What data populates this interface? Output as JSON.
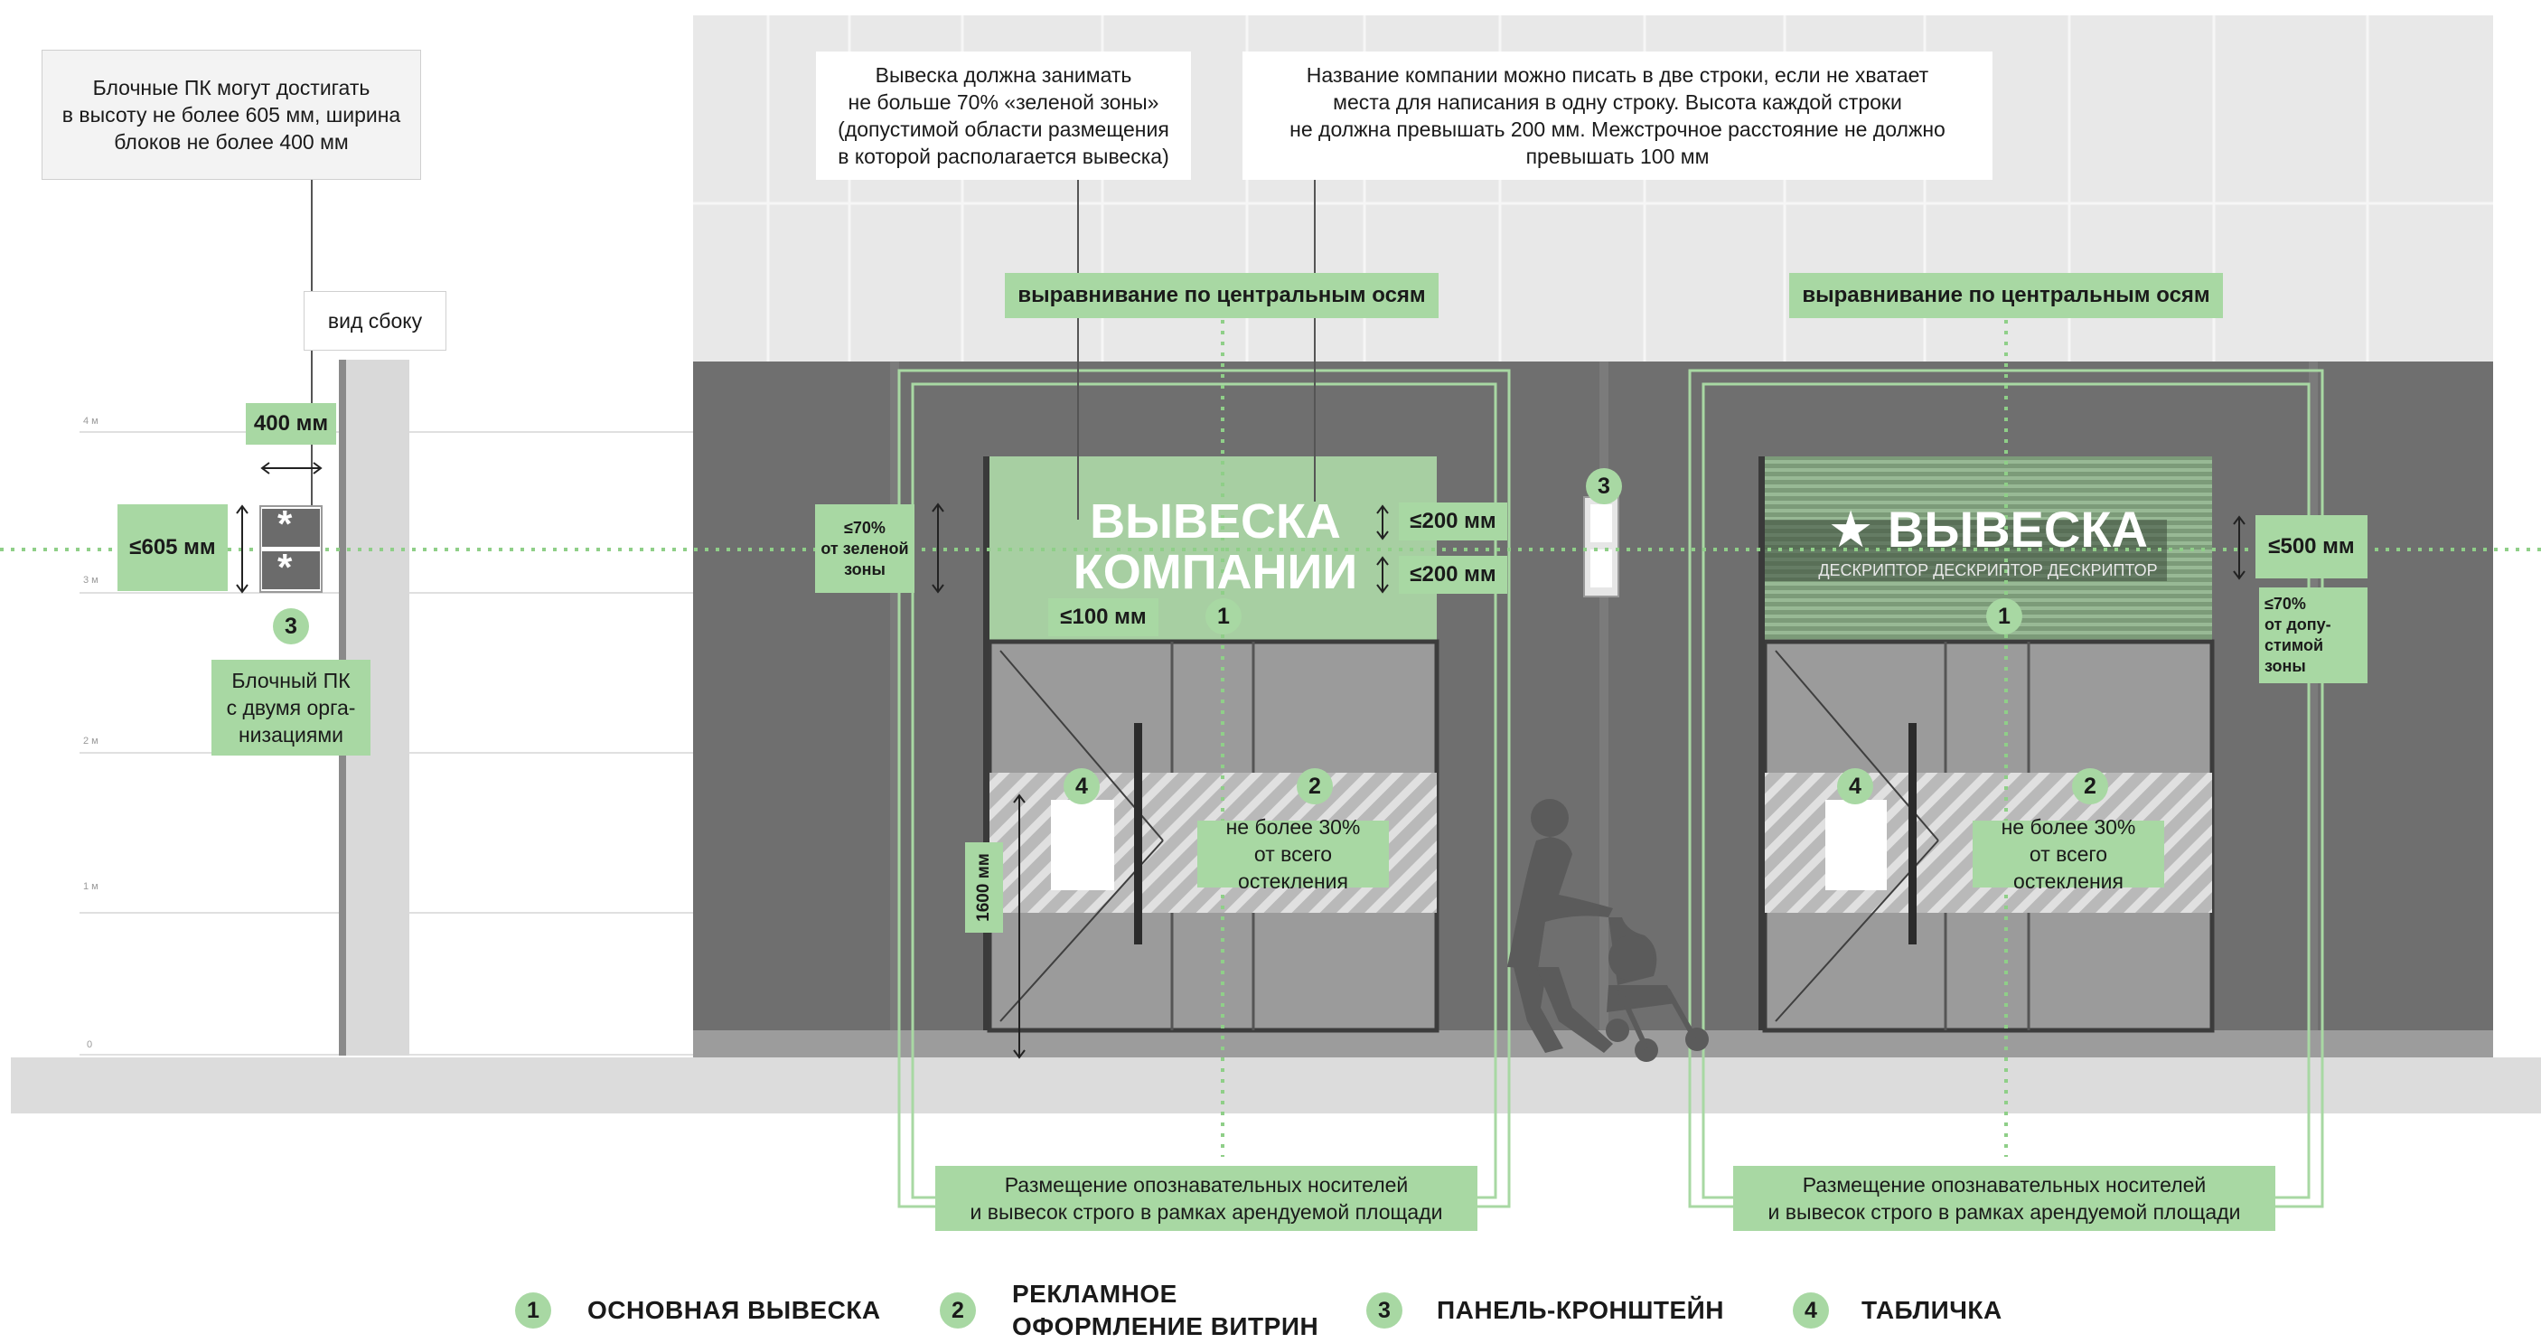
{
  "notes": {
    "block_pk": "Блочные ПК могут достигать\nв высоту не более 605 мм, ширина\nблоков не более 400 мм",
    "sign_area": "Вывеска должна занимать\nне больше 70% «зеленой зоны»\n(допустимой области размещения\nв которой располагается вывеска)",
    "two_lines": "Название компании можно писать в две строки, если не хватает\nместа для написания в одну строку. Высота каждой строки\nне должна превышать 200 мм. Межстрочное расстояние не должно\nпревышать 100 мм",
    "side_view": "вид сбоку"
  },
  "left_panel": {
    "width_label": "400 мм",
    "height_label": "≤605 мм",
    "pk_caption": "Блочный ПК\nс двумя орга-\nнизациями",
    "pk_marker": "3",
    "star": "*"
  },
  "grid_labels": [
    "4 м",
    "3 м",
    "2 м",
    "1 м",
    "0"
  ],
  "center_axis_label": "выравнивание по центральным осям",
  "facade_left": {
    "sign_line1": "ВЫВЕСКА",
    "sign_line2": "КОМПАНИИ",
    "line_height_1": "≤200 мм",
    "line_height_2": "≤200 мм",
    "line_spacing": "≤100 мм",
    "zone_percent": "≤70%\nот зеленой\nзоны",
    "door_height": "1600 мм",
    "glazing_note": "не более 30%\nот всего остекления",
    "marker_sign": "1",
    "marker_glazing": "2",
    "marker_bracket": "3",
    "marker_plate": "4",
    "placement_note": "Размещение опознавательных носителей\nи вывесок строго в рамках арендуемой площади"
  },
  "facade_right": {
    "sign_text": "ВЫВЕСКА",
    "descriptor": "ДЕСКРИПТОР ДЕСКРИПТОР ДЕСКРИПТОР",
    "sign_height": "≤500 мм",
    "zone_percent": "≤70%\nот допу-\nстимой\nзоны",
    "glazing_note": "не более 30%\nот всего остекления",
    "marker_sign": "1",
    "marker_glazing": "2",
    "marker_plate": "4",
    "placement_note": "Размещение опознавательных носителей\nи вывесок строго в рамках арендуемой площади"
  },
  "legend": [
    {
      "num": "1",
      "label": "ОСНОВНАЯ ВЫВЕСКА"
    },
    {
      "num": "2",
      "label": "РЕКЛАМНОЕ\nОФОРМЛЕНИЕ ВИТРИН"
    },
    {
      "num": "3",
      "label": "ПАНЕЛЬ-КРОНШТЕЙН"
    },
    {
      "num": "4",
      "label": "ТАБЛИЧКА"
    }
  ],
  "colors": {
    "accent_green": "#a8d8a3",
    "dotted_green": "#8fcf88",
    "facade_dark": "#6f6f6f",
    "facade_light": "#e6e6e6"
  }
}
